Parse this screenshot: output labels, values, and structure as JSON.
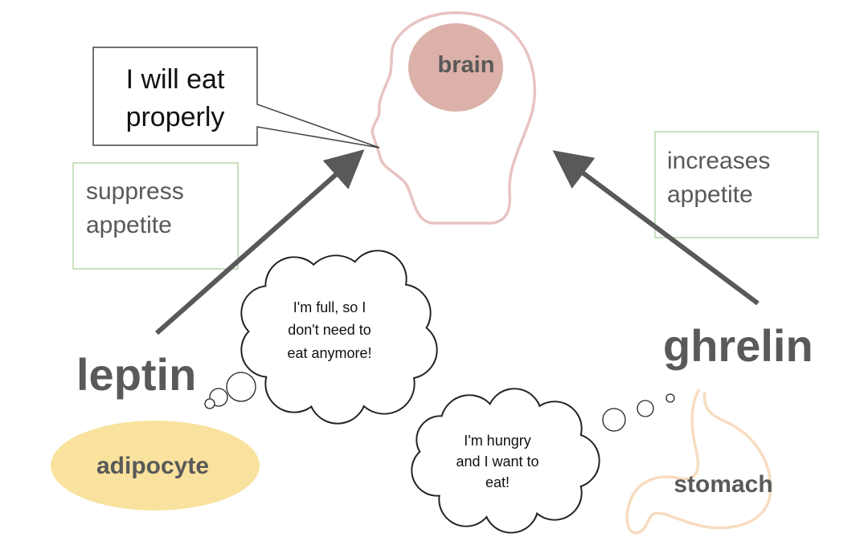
{
  "colors": {
    "text_dark": "#595959",
    "text_black": "#111111",
    "arrow": "#595959",
    "head_outline": "#e8c3c3",
    "brain_fill": "#dbb1a9",
    "stomach_outline": "#f7dcc0",
    "adipocyte_fill": "#f8e29d",
    "green_box_border": "#b7d7a8"
  },
  "head": {
    "brain_label": "brain"
  },
  "speech_bubble": {
    "line1": "I will eat",
    "line2": "properly"
  },
  "leptin": {
    "label": "leptin",
    "effect_line1": "suppress",
    "effect_line2": "appetite",
    "source_label": "adipocyte",
    "thought_line1": "I'm full, so I",
    "thought_line2": "don't need to",
    "thought_line3": "eat anymore!"
  },
  "ghrelin": {
    "label": "ghrelin",
    "effect_line1": "increases",
    "effect_line2": "appetite",
    "source_label": "stomach",
    "thought_line1": "I'm hungry",
    "thought_line2": "and I want to",
    "thought_line3": "eat!"
  },
  "icons": {
    "head": "head-outline-icon",
    "stomach": "stomach-outline-icon",
    "thought_cloud": "thought-cloud-icon"
  }
}
